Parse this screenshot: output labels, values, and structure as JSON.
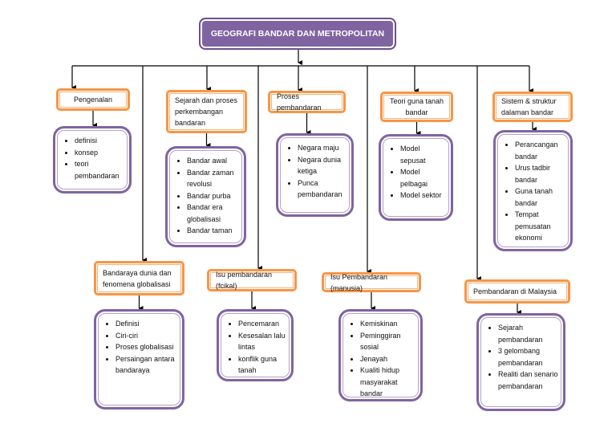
{
  "title": "GEOGRAFI BANDAR DAN METROPOLITAN",
  "colors": {
    "title_fill": "#8064a2",
    "topic_border": "#f79646",
    "detail_border": "#8064a2"
  },
  "topics": [
    {
      "label": "Pengenalan",
      "items": [
        "definisi",
        "konsep",
        "teori pembandaran"
      ]
    },
    {
      "label": "Sejarah dan proses perkembangan bandaran",
      "items": [
        "Bandar awal",
        "Bandar zaman revolusi",
        "Bandar purba",
        "Bandar era globalisasi",
        "Bandar taman"
      ]
    },
    {
      "label": "Proses pembandaran",
      "items": [
        "Negara maju",
        "Negara dunia ketiga",
        "Punca pembandaran"
      ]
    },
    {
      "label": "Teori guna tanah bandar",
      "items": [
        "Model sepusat",
        "Model pelbagai",
        "Model sektor"
      ]
    },
    {
      "label": "Sistem & struktur dalaman bandar",
      "items": [
        "Perancangan bandar",
        "Urus tadbir bandar",
        "Guna tanah bandar",
        "Tempat pemusatan ekonomi"
      ]
    },
    {
      "label": "Bandaraya dunia dan fenomena globalisasi",
      "items": [
        "Definisi",
        "Ciri-ciri",
        "Proses globalisasi",
        "Persaingan antara bandaraya"
      ]
    },
    {
      "label": "Isu pembandaran (fcikal)",
      "items": [
        "Pencemaran",
        "Kesesalan lalu lintas",
        "konflik guna tanah"
      ]
    },
    {
      "label": "Isu  Pembandaran (manusia)",
      "items": [
        "Kemiskinan",
        "Peminggiran sosial",
        "Jenayah",
        "Kualiti hidup masyarakat bandar"
      ]
    },
    {
      "label": "Pembandaran di Malaysia",
      "items": [
        "Sejarah pembandaran",
        "3 gelombang pembandaran",
        "Realiti dan senario pembandaran"
      ]
    }
  ]
}
